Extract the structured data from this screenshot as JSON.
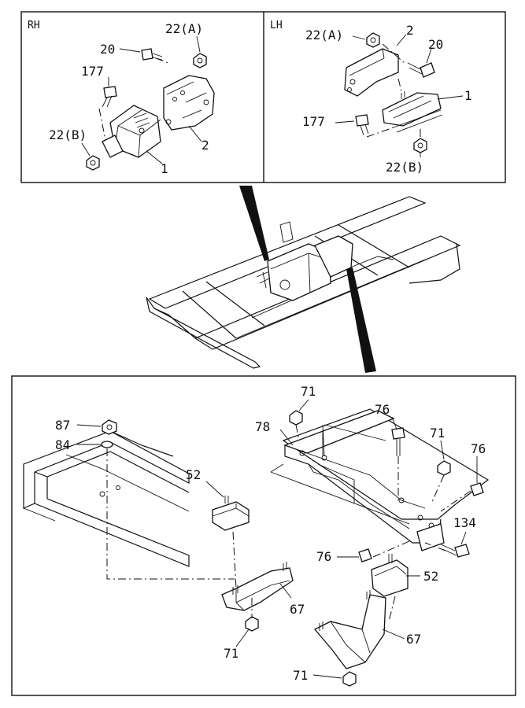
{
  "panels": {
    "rh": {
      "title": "RH",
      "labels": {
        "p22a": "22(A)",
        "p20": "20",
        "p177": "177",
        "p22b": "22(B)",
        "p1": "1",
        "p2": "2"
      }
    },
    "lh": {
      "title": "LH",
      "labels": {
        "p22a": "22(A)",
        "p2": "2",
        "p20": "20",
        "p1": "1",
        "p177": "177",
        "p22b": "22(B)"
      }
    }
  },
  "lower": {
    "labels": {
      "p87": "87",
      "p84": "84",
      "p52a": "52",
      "p71a": "71",
      "p78": "78",
      "p76a": "76",
      "p71b": "71",
      "p76b": "76",
      "p134": "134",
      "p76c": "76",
      "p52b": "52",
      "p67a": "67",
      "p71c": "71",
      "p67b": "67",
      "p71d": "71"
    }
  }
}
